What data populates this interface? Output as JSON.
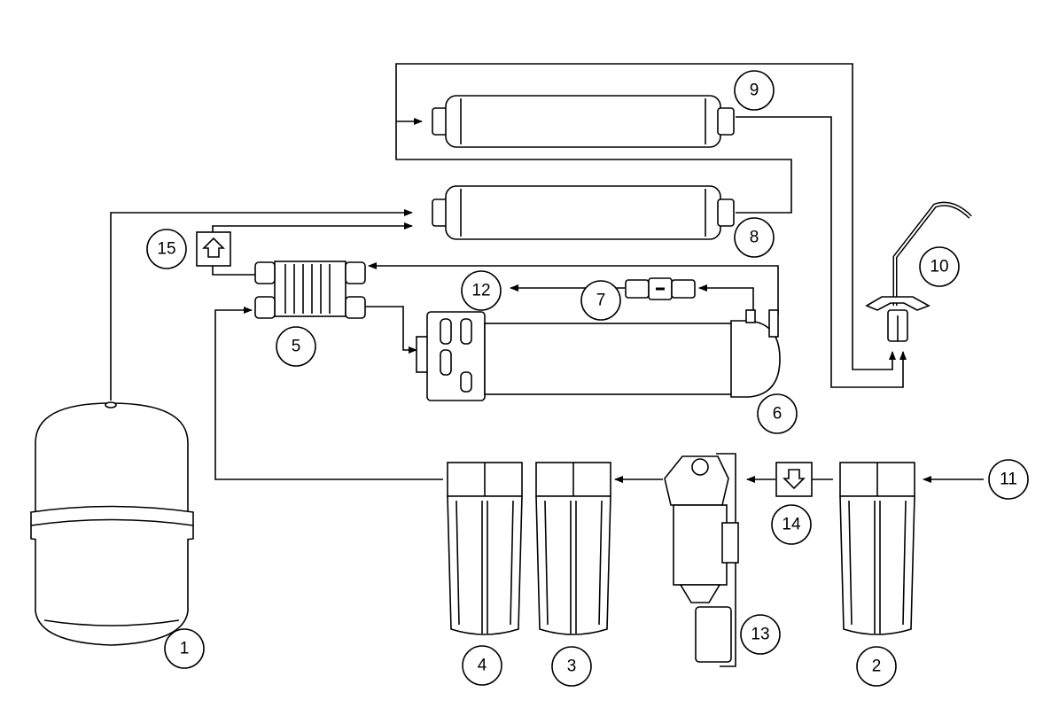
{
  "diagram": {
    "title": "Reverse osmosis water filtration system schematic",
    "labels": {
      "n1": "1",
      "n2": "2",
      "n3": "3",
      "n4": "4",
      "n5": "5",
      "n6": "6",
      "n7": "7",
      "n8": "8",
      "n9": "9",
      "n10": "10",
      "n11": "11",
      "n12": "12",
      "n13": "13",
      "n14": "14",
      "n15": "15"
    },
    "colors": {
      "line": "#000000",
      "background": "#ffffff"
    }
  }
}
